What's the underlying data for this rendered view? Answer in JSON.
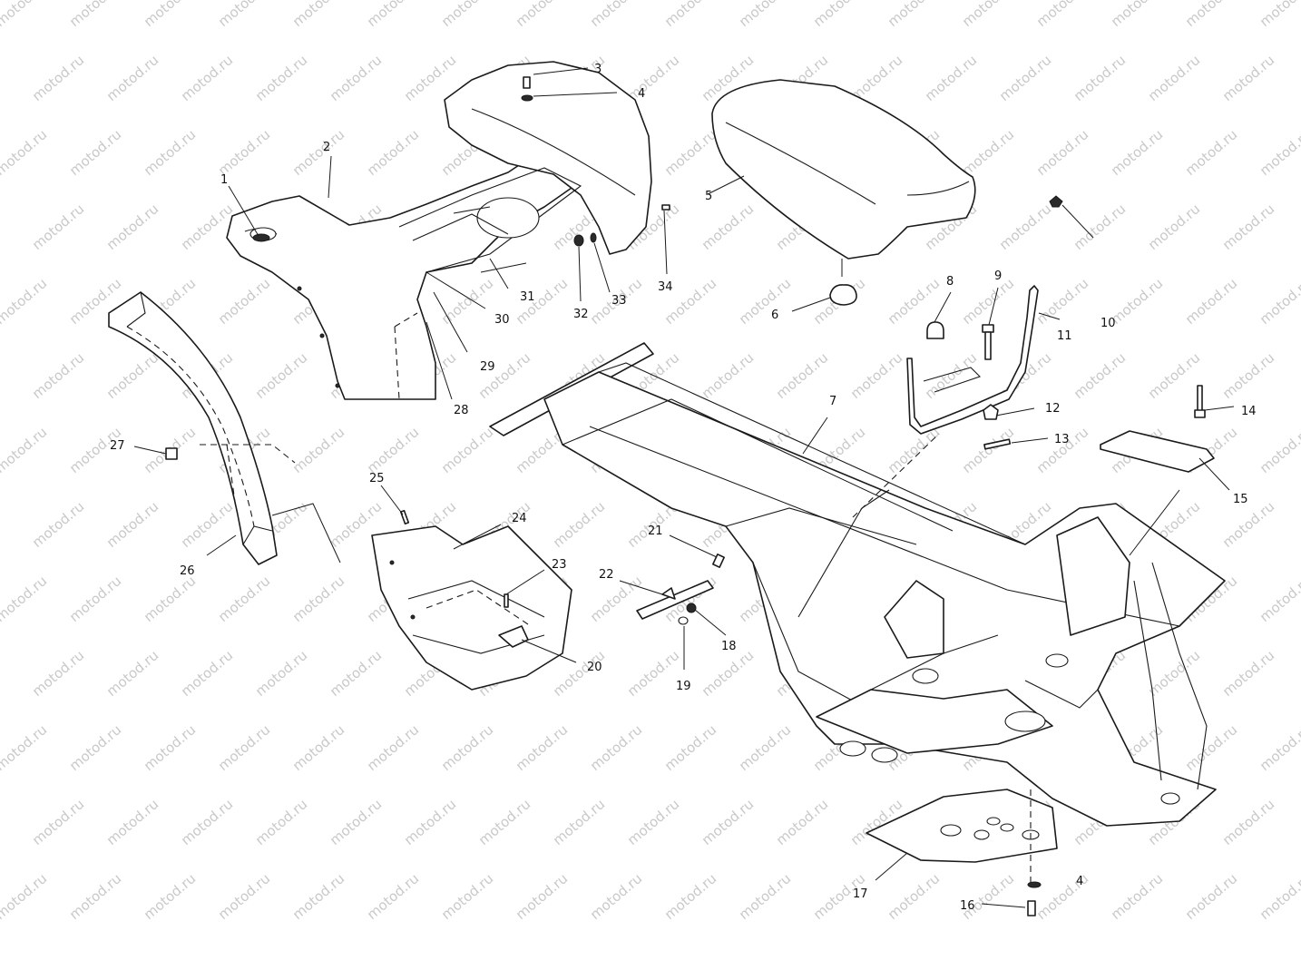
{
  "watermark": {
    "text": "motod.ru"
  },
  "diagram": {
    "callouts": [
      {
        "id": "c1",
        "label": "1"
      },
      {
        "id": "c2",
        "label": "2"
      },
      {
        "id": "c3",
        "label": "3"
      },
      {
        "id": "c4a",
        "label": "4"
      },
      {
        "id": "c4b",
        "label": "4"
      },
      {
        "id": "c5",
        "label": "5"
      },
      {
        "id": "c6",
        "label": "6"
      },
      {
        "id": "c7",
        "label": "7"
      },
      {
        "id": "c8",
        "label": "8"
      },
      {
        "id": "c9",
        "label": "9"
      },
      {
        "id": "c10",
        "label": "10"
      },
      {
        "id": "c11",
        "label": "11"
      },
      {
        "id": "c12",
        "label": "12"
      },
      {
        "id": "c13",
        "label": "13"
      },
      {
        "id": "c14",
        "label": "14"
      },
      {
        "id": "c15",
        "label": "15"
      },
      {
        "id": "c16",
        "label": "16"
      },
      {
        "id": "c17",
        "label": "17"
      },
      {
        "id": "c18",
        "label": "18"
      },
      {
        "id": "c19",
        "label": "19"
      },
      {
        "id": "c20",
        "label": "20"
      },
      {
        "id": "c21",
        "label": "21"
      },
      {
        "id": "c22",
        "label": "22"
      },
      {
        "id": "c23",
        "label": "23"
      },
      {
        "id": "c24",
        "label": "24"
      },
      {
        "id": "c25",
        "label": "25"
      },
      {
        "id": "c26",
        "label": "26"
      },
      {
        "id": "c27",
        "label": "27"
      },
      {
        "id": "c28",
        "label": "28"
      },
      {
        "id": "c29",
        "label": "29"
      },
      {
        "id": "c30",
        "label": "30"
      },
      {
        "id": "c31",
        "label": "31"
      },
      {
        "id": "c32",
        "label": "32"
      },
      {
        "id": "c33",
        "label": "33"
      },
      {
        "id": "c34",
        "label": "34"
      }
    ]
  }
}
